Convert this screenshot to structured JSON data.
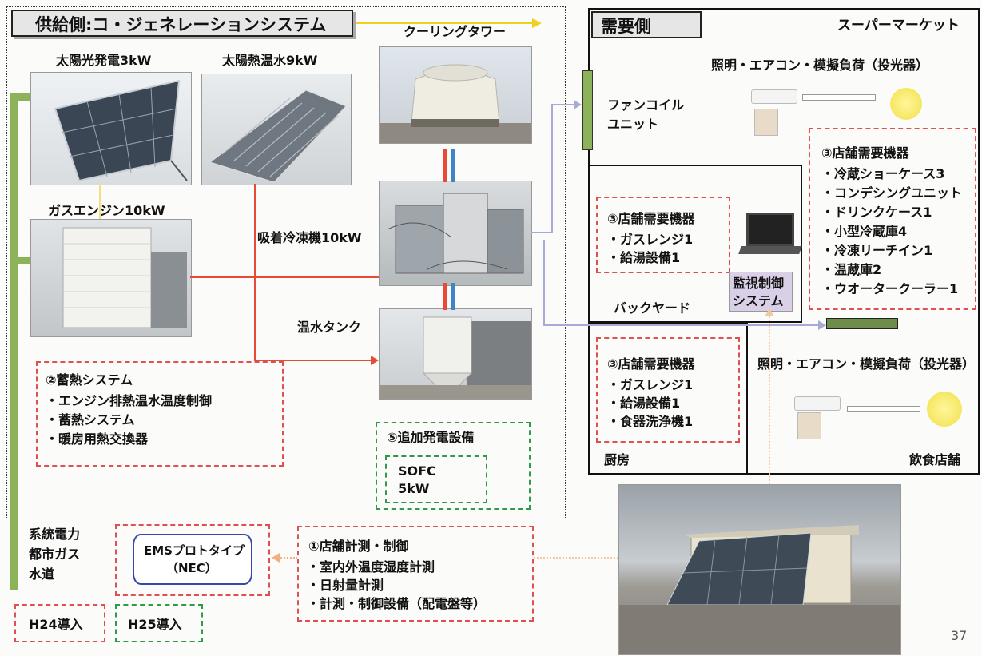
{
  "supply_side": {
    "title": "供給側:コ・ジェネレーションシステム",
    "solar_pv": "太陽光発電3kW",
    "solar_thermal": "太陽熱温水9kW",
    "cooling_tower": "クーリングタワー",
    "gas_engine": "ガスエンジン10kW",
    "absorption_chiller": "吸着冷凍機10kW",
    "hot_water_tank": "温水タンク",
    "heat_storage": {
      "title": "②蓄熱システム",
      "items": [
        "・エンジン排熱温水温度制御",
        "・蓄熱システム",
        "・暖房用熱交換器"
      ]
    },
    "additional_generation": {
      "title": "⑤追加発電設備",
      "sofc_line1": "SOFC",
      "sofc_line2": "5kW"
    }
  },
  "utilities": {
    "line1": "系統電力",
    "line2": "都市ガス",
    "line3": "水道"
  },
  "ems": {
    "line1": "EMSプロトタイプ",
    "line2": "（NEC）"
  },
  "store_measurement": {
    "title": "①店舗計測・制御",
    "items": [
      "・室内外温度湿度計測",
      "・日射量計測",
      "・計測・制御設備（配電盤等）"
    ]
  },
  "legend": {
    "h24": "H24導入",
    "h25": "H25導入"
  },
  "demand_side": {
    "title": "需要側",
    "supermarket": "スーパーマーケット",
    "fan_coil_line1": "ファンコイル",
    "fan_coil_line2": "ユニット",
    "lighting_load_top": "照明・エアコン・模擬負荷（投光器）",
    "store_equipment_super": {
      "title": "③店舗需要機器",
      "items": [
        "・冷蔵ショーケース3",
        "・コンデシングユニット",
        "・ドリンクケース1",
        "・小型冷蔵庫4",
        "・冷凍リーチイン1",
        "・温蔵庫2",
        "・ウオータークーラー1"
      ]
    },
    "store_equipment_backyard": {
      "title": "③店舗需要機器",
      "items": [
        "・ガスレンジ1",
        "・給湯設備1"
      ]
    },
    "monitoring_line1": "監視制御",
    "monitoring_line2": "システム",
    "backyard": "バックヤード",
    "store_equipment_kitchen": {
      "title": "③店舗需要機器",
      "items": [
        "・ガスレンジ1",
        "・給湯設備1",
        "・食器洗浄機1"
      ]
    },
    "kitchen": "厨房",
    "lighting_load_bottom": "照明・エアコン・模擬負荷（投光器）",
    "restaurant": "飲食店舗"
  },
  "page_number": "37",
  "colors": {
    "red_dashed": "#e05050",
    "green_dashed": "#2e9a4a",
    "green_bar": "#8cb35a",
    "hot_line": "#e84a3a",
    "cold_line": "#3a86c8",
    "signal_line": "#a9a9d6",
    "ems_border": "#3848a8"
  }
}
